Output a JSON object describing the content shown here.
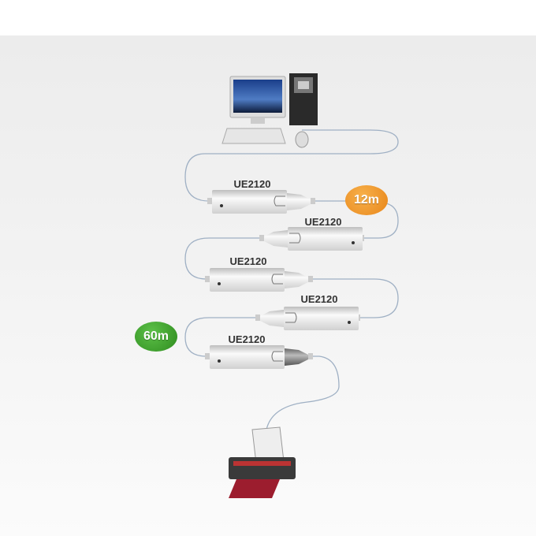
{
  "devices": {
    "extender_label": "UE2120",
    "extenders": [
      "UE2120",
      "UE2120",
      "UE2120",
      "UE2120",
      "UE2120"
    ]
  },
  "badges": {
    "segment": {
      "text": "12m",
      "color": "#e8861a"
    },
    "total": {
      "text": "60m",
      "color": "#2e8b1e"
    }
  }
}
